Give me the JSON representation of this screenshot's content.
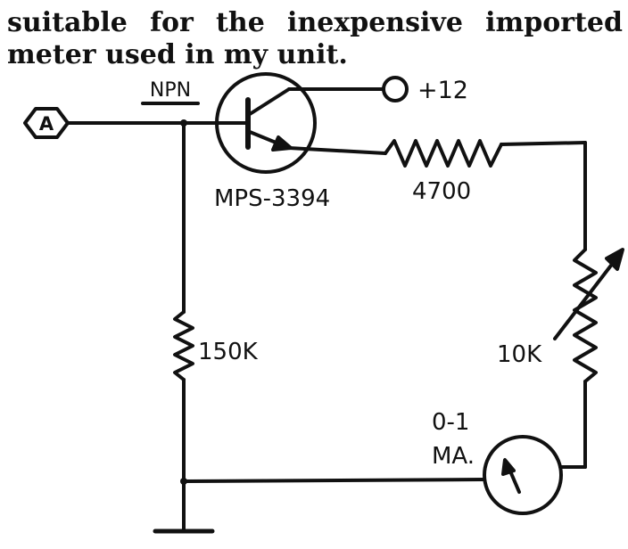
{
  "caption": {
    "line1": "suitable for the inexpensive imported",
    "line2": "meter used in my unit."
  },
  "labels": {
    "input_terminal": "A",
    "transistor_type": "NPN",
    "transistor_part": "MPS-3394",
    "supply": "+12",
    "emitter_resistor": "4700",
    "base_resistor": "150K",
    "pot": "10K",
    "meter_range": "0-1",
    "meter_unit": "MA."
  },
  "colors": {
    "ink": "#111111",
    "paper": "#ffffff"
  }
}
